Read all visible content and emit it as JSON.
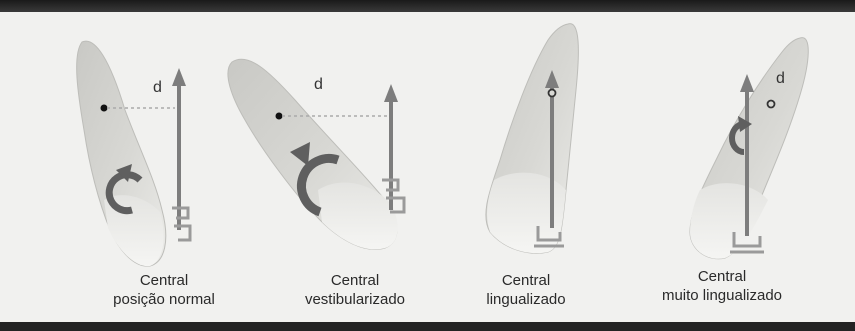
{
  "panels": [
    {
      "caption_line1": "Central",
      "caption_line2": "posição normal",
      "distance_label": "d"
    },
    {
      "caption_line1": "Central",
      "caption_line2": "vestibularizado",
      "distance_label": "d"
    },
    {
      "caption_line1": "Central",
      "caption_line2": "lingualizado"
    },
    {
      "caption_line1": "Central",
      "caption_line2": "muito lingualizado",
      "distance_label": "d"
    }
  ],
  "colors": {
    "background": "#f1f1ef",
    "tooth_fill": "#d4d4d0",
    "tooth_crown": "#e8e8e5",
    "force_arrow": "#7d7d7d",
    "moment_arrow": "#5a5a5a",
    "bracket": "#999999"
  }
}
